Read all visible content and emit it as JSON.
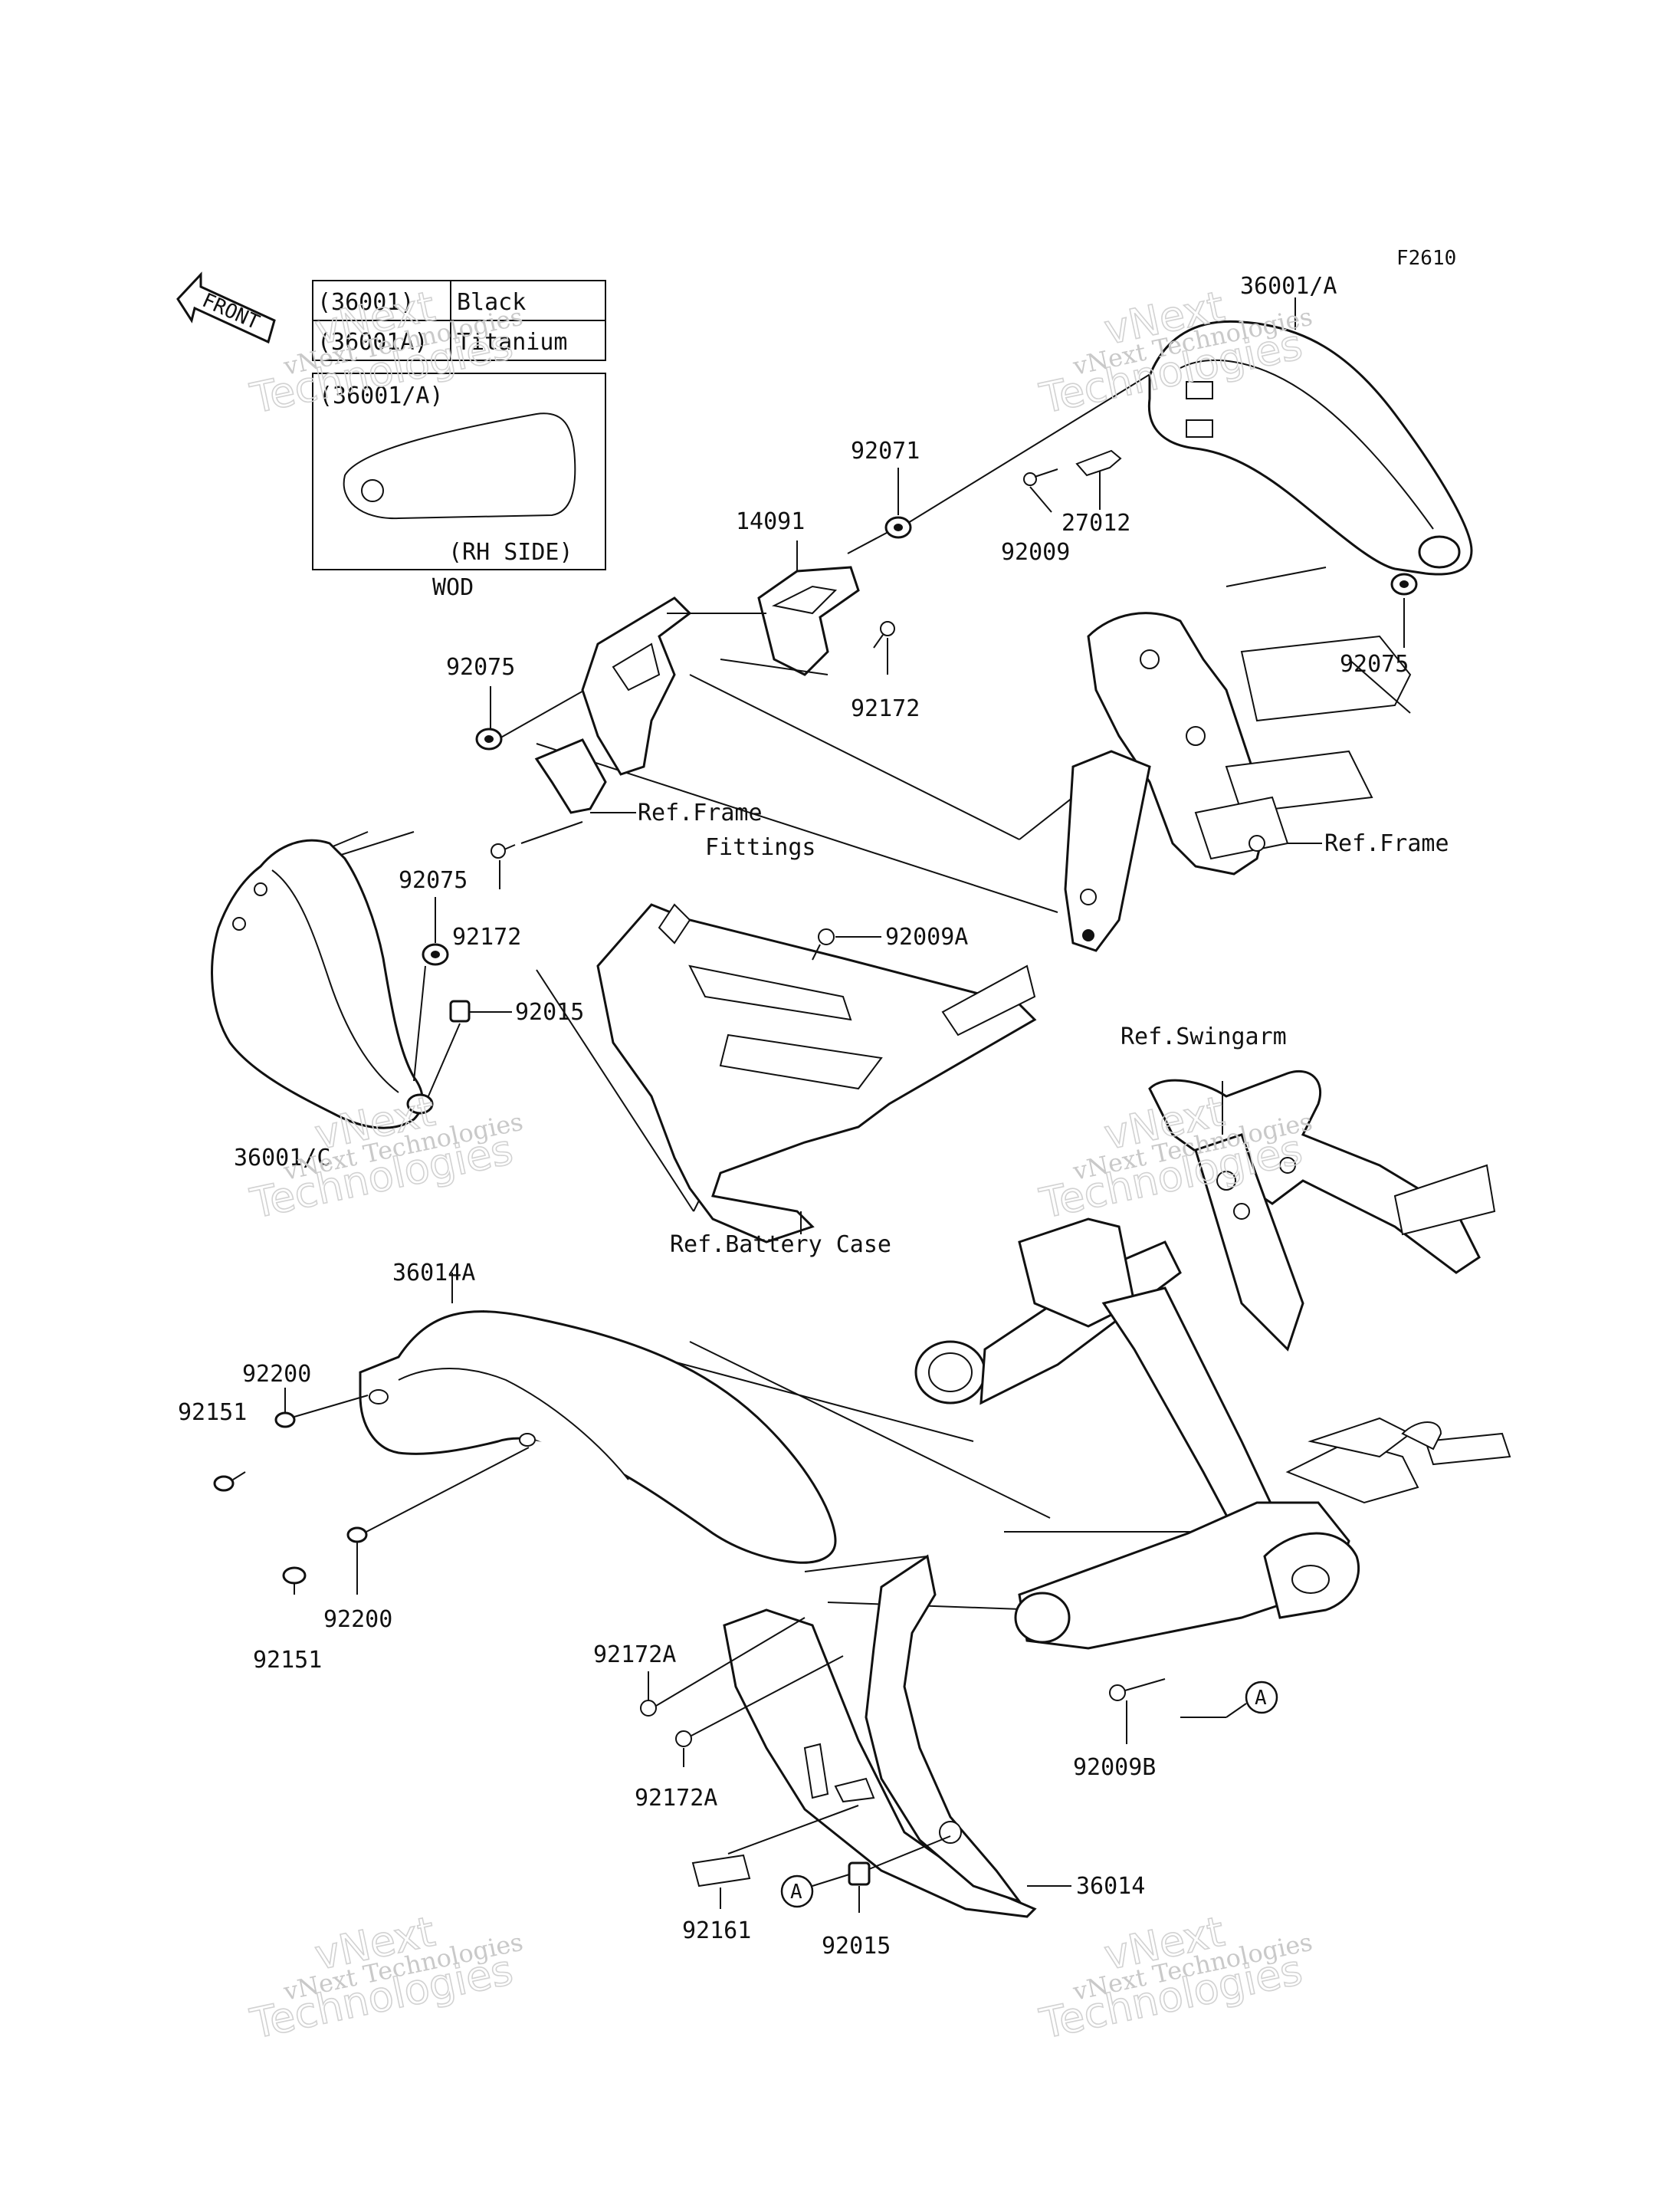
{
  "figure_code": "F2610",
  "front_arrow_label": "FRONT",
  "color_table": {
    "rows": [
      {
        "part": "(36001)",
        "color": "Black"
      },
      {
        "part": "(36001A)",
        "color": "Titanium"
      }
    ]
  },
  "inset": {
    "part_label": "(36001/A)",
    "side_label": "(RH SIDE)",
    "caption": "WOD"
  },
  "callouts": {
    "c36001a_top": "36001/A",
    "c92071": "92071",
    "c14091": "14091",
    "c92009": "92009",
    "c27012": "27012",
    "c92075_right": "92075",
    "c92075_left": "92075",
    "c92172_top": "92172",
    "c92075_mid": "92075",
    "c92172_left": "92172",
    "ref_frame_fittings_1": "Ref.Frame",
    "ref_frame_fittings_2": "Fittings",
    "ref_frame": "Ref.Frame",
    "c92009a": "92009A",
    "c92015_left": "92015",
    "c36001_c": "36001/C",
    "ref_swingarm": "Ref.Swingarm",
    "ref_battery_case": "Ref.Battery Case",
    "c36014a": "36014A",
    "c92200_top": "92200",
    "c92151_top": "92151",
    "c92200_bottom": "92200",
    "c92151_bottom": "92151",
    "c92172a_top": "92172A",
    "c92172a_bottom": "92172A",
    "c92009b": "92009B",
    "marker_a_right": "A",
    "marker_a_bottom": "A",
    "c36014": "36014",
    "c92161": "92161",
    "c92015_bottom": "92015"
  },
  "watermark": {
    "line1": "vNext Technologies",
    "line2": "vNext",
    "line3": "Technologies"
  }
}
